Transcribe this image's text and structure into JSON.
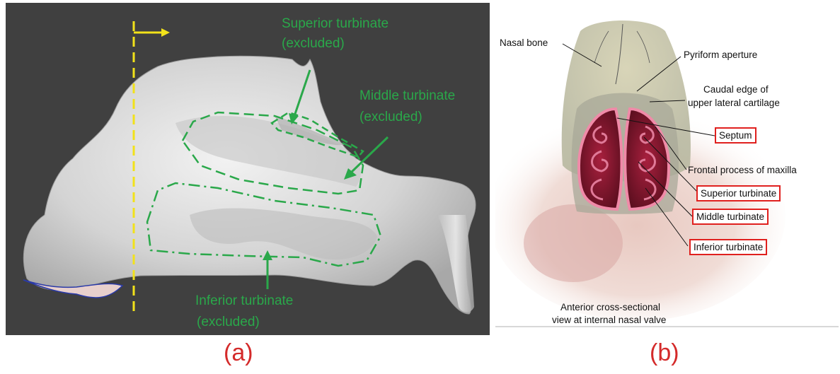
{
  "panel_a": {
    "labels": {
      "superior": "Superior turbinate",
      "superior_note": "(excluded)",
      "middle": "Middle turbinate",
      "middle_note": "(excluded)",
      "inferior": "Inferior turbinate",
      "inferior_note": "(excluded)"
    },
    "caption": "(a)",
    "colors": {
      "background": "#404040",
      "annotation": "#2aa84a",
      "marker": "#f2e21a",
      "model": "#d9d9d9"
    }
  },
  "panel_b": {
    "labels": {
      "nasal_bone": "Nasal bone",
      "pyriform": "Pyriform aperture",
      "caudal_line1": "Caudal edge of",
      "caudal_line2": "upper lateral cartilage",
      "septum": "Septum",
      "frontal": "Frontal process of maxilla",
      "superior": "Superior turbinate",
      "middle": "Middle turbinate",
      "inferior": "Inferior turbinate",
      "view_line1": "Anterior cross-sectional",
      "view_line2": "view at internal nasal valve"
    },
    "caption": "(b)",
    "colors": {
      "box": "#e0201e",
      "tissue": "#8b1a2e"
    }
  }
}
